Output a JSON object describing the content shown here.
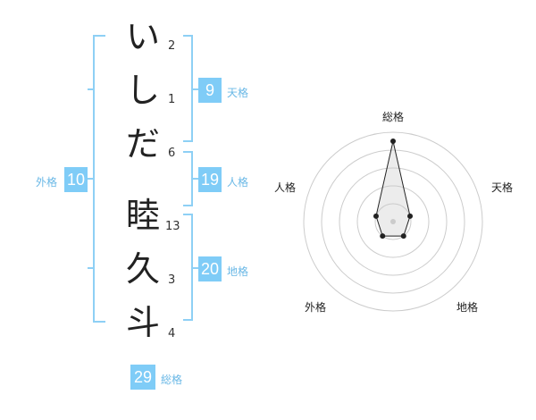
{
  "name": {
    "characters": [
      {
        "char": "い",
        "strokes": "2"
      },
      {
        "char": "し",
        "strokes": "1"
      },
      {
        "char": "だ",
        "strokes": "6"
      },
      {
        "char": "睦",
        "strokes": "13"
      },
      {
        "char": "久",
        "strokes": "3"
      },
      {
        "char": "斗",
        "strokes": "4"
      }
    ]
  },
  "kakusu": {
    "tenkaku": {
      "label": "天格",
      "value": "9"
    },
    "jinkaku": {
      "label": "人格",
      "value": "19"
    },
    "chikaku": {
      "label": "地格",
      "value": "20"
    },
    "gaikaku": {
      "label": "外格",
      "value": "10"
    },
    "soukaku": {
      "label": "総格",
      "value": "29"
    }
  },
  "radar": {
    "axes": [
      "総格",
      "天格",
      "地格",
      "外格",
      "人格"
    ],
    "levels": 5,
    "values": [
      4.5,
      1,
      1,
      1,
      1
    ],
    "max": 5
  },
  "colors": {
    "accent": "#7fccf7",
    "bracket": "#8ed0f5",
    "text": "#222222"
  }
}
